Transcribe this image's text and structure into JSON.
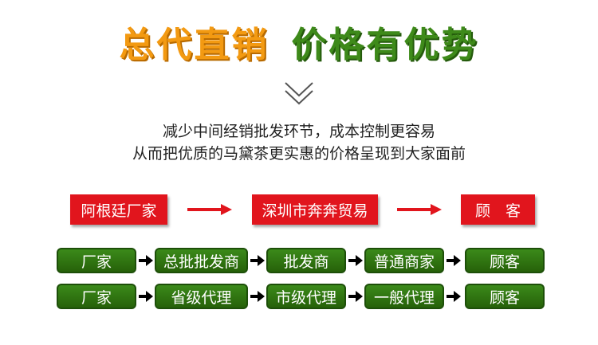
{
  "headline": {
    "left": "总代直销",
    "right": "价格有优势"
  },
  "description": {
    "line1": "减少中间经销批发环节，成本控制更容易",
    "line2": "从而把优质的马黛茶更实惠的价格呈现到大家面前"
  },
  "direct_chain": [
    "阿根廷厂家",
    "深圳市奔奔贸易",
    "顾　客"
  ],
  "traditional_chain_1": [
    "厂家",
    "总批批发商",
    "批发商",
    "普通商家",
    "顾客"
  ],
  "traditional_chain_2": [
    "厂家",
    "省级代理",
    "市级代理",
    "一般代理",
    "顾客"
  ],
  "colors": {
    "accent_orange": "#f39a12",
    "accent_green": "#3e8a1a",
    "red": "#e1151d",
    "box_green": "#2f7412"
  },
  "icons": {
    "divider": "double-chevron-down-icon",
    "flow_arrow": "arrow-right-icon"
  }
}
